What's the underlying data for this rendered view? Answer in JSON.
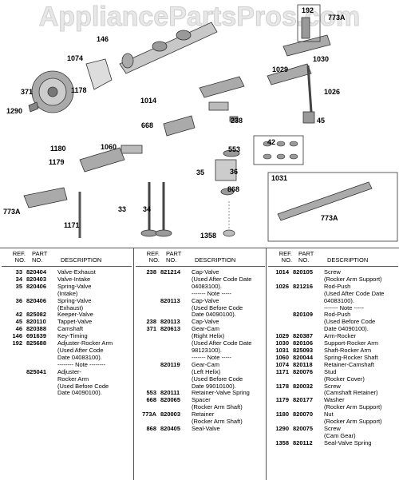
{
  "watermark": "AppliancePartsPros.com",
  "callouts": [
    {
      "id": "c192",
      "label": "192"
    },
    {
      "id": "c773a_top",
      "label": "773A"
    },
    {
      "id": "c146",
      "label": "146"
    },
    {
      "id": "c1074",
      "label": "1074"
    },
    {
      "id": "c1029",
      "label": "1029"
    },
    {
      "id": "c1030",
      "label": "1030"
    },
    {
      "id": "c371",
      "label": "371"
    },
    {
      "id": "c1178",
      "label": "1178"
    },
    {
      "id": "c1026",
      "label": "1026"
    },
    {
      "id": "c1014",
      "label": "1014"
    },
    {
      "id": "c1290",
      "label": "1290"
    },
    {
      "id": "c238",
      "label": "238"
    },
    {
      "id": "c45",
      "label": "45"
    },
    {
      "id": "c668",
      "label": "668"
    },
    {
      "id": "c42",
      "label": "42"
    },
    {
      "id": "c1180",
      "label": "1180"
    },
    {
      "id": "c1060",
      "label": "1060"
    },
    {
      "id": "c553",
      "label": "553"
    },
    {
      "id": "c1179",
      "label": "1179"
    },
    {
      "id": "c35",
      "label": "35"
    },
    {
      "id": "c36",
      "label": "36"
    },
    {
      "id": "c1031",
      "label": "1031"
    },
    {
      "id": "c868",
      "label": "868"
    },
    {
      "id": "c773a_left",
      "label": "773A"
    },
    {
      "id": "c33",
      "label": "33"
    },
    {
      "id": "c34",
      "label": "34"
    },
    {
      "id": "c773a_right",
      "label": "773A"
    },
    {
      "id": "c1171",
      "label": "1171"
    },
    {
      "id": "c1358",
      "label": "1358"
    }
  ],
  "table": {
    "headers": {
      "ref": "REF.\nNO.",
      "part": "PART\nNO.",
      "desc": "DESCRIPTION"
    },
    "columns": [
      [
        {
          "ref": "33",
          "part": "820404",
          "desc": "Valve-Exhaust"
        },
        {
          "ref": "34",
          "part": "820403",
          "desc": "Valve-Intake"
        },
        {
          "ref": "35",
          "part": "820406",
          "desc": "Spring-Valve\n(Intake)"
        },
        {
          "ref": "36",
          "part": "820406",
          "desc": "Spring-Valve\n(Exhaust)"
        },
        {
          "ref": "42",
          "part": "825082",
          "desc": "Keeper-Valve"
        },
        {
          "ref": "45",
          "part": "820110",
          "desc": "Tappet-Valve"
        },
        {
          "ref": "46",
          "part": "820388",
          "desc": "Camshaft"
        },
        {
          "ref": "146",
          "part": "691639",
          "desc": "Key-Timing"
        },
        {
          "ref": "192",
          "part": "825688",
          "desc": "Adjuster-Rocker Arm\n(Used After Code\nDate 04083100).\n-------- Note --------"
        },
        {
          "ref": "",
          "part": "825041",
          "desc": "Adjuster-\nRocker Arm\n(Used Before Code\nDate 04090100)."
        }
      ],
      [
        {
          "ref": "238",
          "part": "821214",
          "desc": "Cap-Valve\n(Used After Code Date\n04083100).\n------- Note -----"
        },
        {
          "ref": "",
          "part": "820113",
          "desc": "Cap-Valve\n(Used Before Code\nDate 04090100)."
        },
        {
          "ref": "238",
          "part": "820113",
          "desc": "Cap-Valve"
        },
        {
          "ref": "371",
          "part": "820613",
          "desc": "Gear-Cam\n(Right Helix)\n(Used After Code Date\n98123100).\n------- Note -----"
        },
        {
          "ref": "",
          "part": "820119",
          "desc": "Gear-Cam\n(Left Helix)\n(Used Before Code\nDate 99010100)."
        },
        {
          "ref": "553",
          "part": "820111",
          "desc": "Retainer-Valve Spring"
        },
        {
          "ref": "668",
          "part": "820065",
          "desc": "Spacer\n(Rocker Arm Shaft)"
        },
        {
          "ref": "773A",
          "part": "820003",
          "desc": "Retainer\n(Rocker Arm Shaft)"
        },
        {
          "ref": "868",
          "part": "820405",
          "desc": "Seal-Valve"
        }
      ],
      [
        {
          "ref": "1014",
          "part": "820105",
          "desc": "Screw\n(Rocker Arm Support)"
        },
        {
          "ref": "1026",
          "part": "821216",
          "desc": "Rod-Push\n(Used After Code Date\n04083100).\n------- Note -----"
        },
        {
          "ref": "",
          "part": "820109",
          "desc": "Rod-Push\n(Used Before Code\nDate 04090100)."
        },
        {
          "ref": "1029",
          "part": "820387",
          "desc": "Arm-Rocker"
        },
        {
          "ref": "1030",
          "part": "820106",
          "desc": "Support-Rocker Arm"
        },
        {
          "ref": "1031",
          "part": "825093",
          "desc": "Shaft-Rocker Arm"
        },
        {
          "ref": "1060",
          "part": "820044",
          "desc": "Spring-Rocker Shaft"
        },
        {
          "ref": "1074",
          "part": "820118",
          "desc": "Retainer-Camshaft"
        },
        {
          "ref": "1171",
          "part": "820076",
          "desc": "Stud\n(Rocker Cover)"
        },
        {
          "ref": "1178",
          "part": "820032",
          "desc": "Screw\n(Camshaft Retainer)"
        },
        {
          "ref": "1179",
          "part": "820177",
          "desc": "Washer\n(Rocker Arm Support)"
        },
        {
          "ref": "1180",
          "part": "820070",
          "desc": "Nut\n(Rocker Arm Support)"
        },
        {
          "ref": "1290",
          "part": "820075",
          "desc": "Screw\n(Cam Gear)"
        },
        {
          "ref": "1358",
          "part": "820112",
          "desc": "Seal-Valve Spring"
        }
      ]
    ]
  }
}
